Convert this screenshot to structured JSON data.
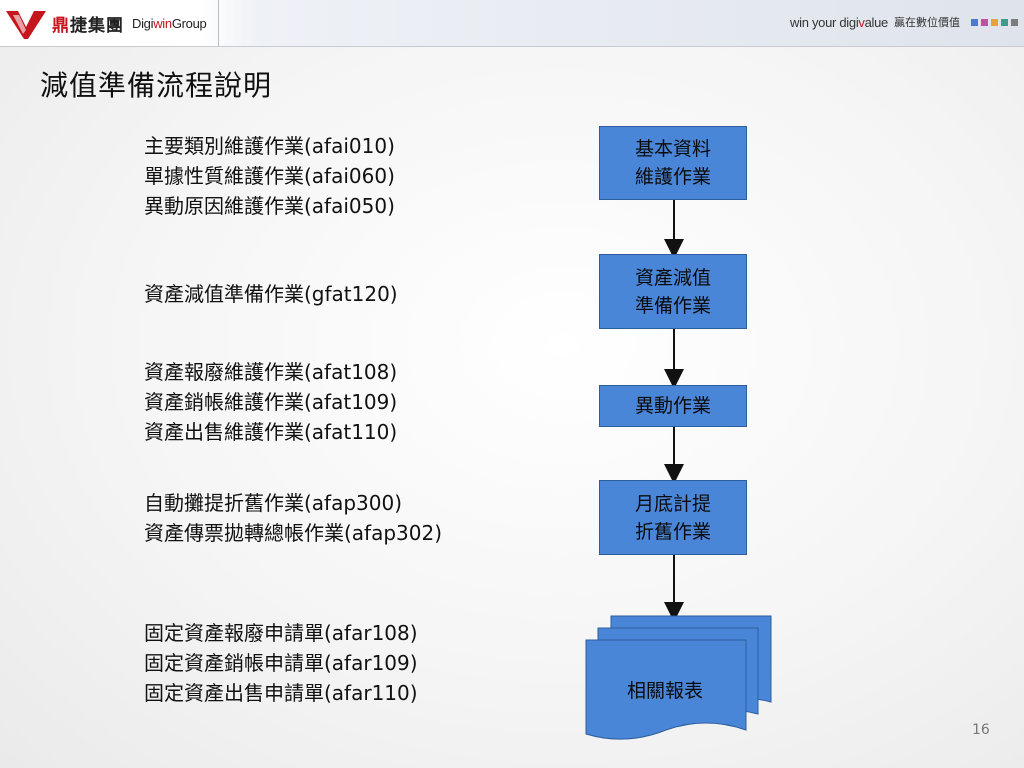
{
  "header": {
    "company_cn_red": "鼎",
    "company_cn_black": "捷集團",
    "company_en_a": "Digi",
    "company_en_b": "win",
    "company_en_c": "Group",
    "slogan_en_a": "win your digi",
    "slogan_en_v": "v",
    "slogan_en_b": "alue",
    "slogan_cn": "贏在數位價值",
    "square_colors": [
      "#4a7bd0",
      "#c24fa7",
      "#e9a13b",
      "#3f9a8c",
      "#7c7c7c"
    ]
  },
  "title": "減值準備流程說明",
  "groups": [
    {
      "lines": [
        "主要類別維護作業(afai010)",
        "單據性質維護作業(afai060)",
        "異動原因維護作業(afai050)"
      ]
    },
    {
      "lines": [
        "資產減值準備作業(gfat120)"
      ]
    },
    {
      "lines": [
        "資產報廢維護作業(afat108)",
        "資產銷帳維護作業(afat109)",
        "資產出售維護作業(afat110)"
      ]
    },
    {
      "lines": [
        "自動攤提折舊作業(afap300)",
        "資產傳票拋轉總帳作業(afap302)"
      ]
    },
    {
      "lines": [
        "固定資產報廢申請單(afar108)",
        "固定資產銷帳申請單(afar109)",
        "固定資產出售申請單(afar110)"
      ]
    }
  ],
  "flow": {
    "box1": [
      "基本資料",
      "維護作業"
    ],
    "box2": [
      "資產減值",
      "準備作業"
    ],
    "box3": [
      "異動作業"
    ],
    "box4": [
      "月底計提",
      "折舊作業"
    ],
    "report": "相關報表",
    "fill_color": "#4a86d8"
  },
  "page_number": "16"
}
